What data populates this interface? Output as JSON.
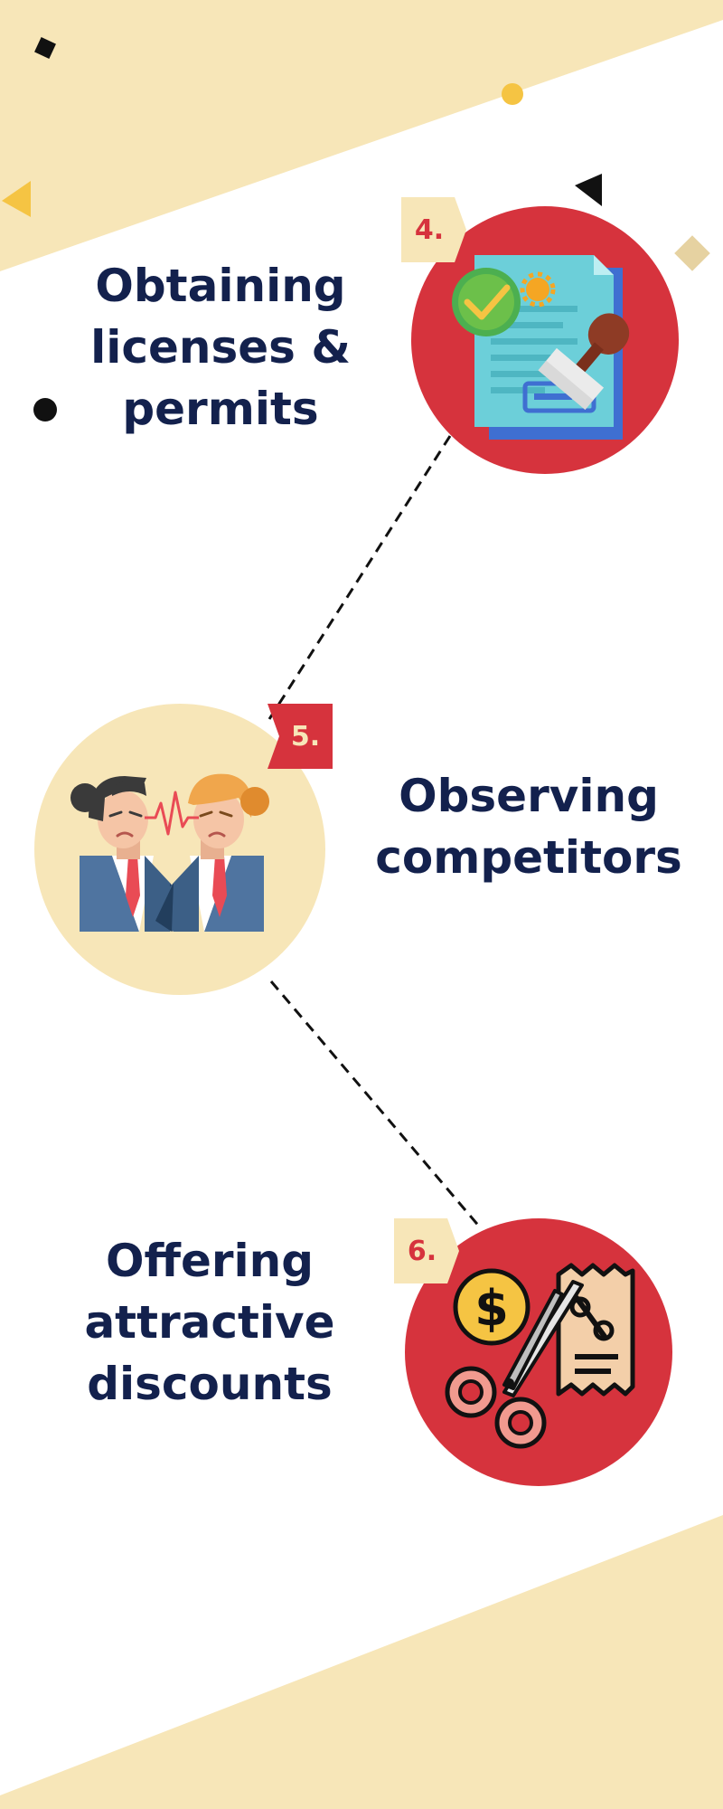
{
  "steps": [
    {
      "number": "4.",
      "title_lines": [
        "Obtaining",
        "licenses &",
        "permits"
      ],
      "icon": "license-permit-document-icon"
    },
    {
      "number": "5.",
      "title_lines": [
        "Observing",
        "competitors"
      ],
      "icon": "competitors-businessmen-icon"
    },
    {
      "number": "6.",
      "title_lines": [
        "Offering",
        "attractive",
        "discounts"
      ],
      "icon": "discount-coupon-scissors-icon"
    }
  ],
  "colors": {
    "navy": "#13214d",
    "red": "#d6333d",
    "cream": "#f7e6b8",
    "background": "#ffffff"
  }
}
